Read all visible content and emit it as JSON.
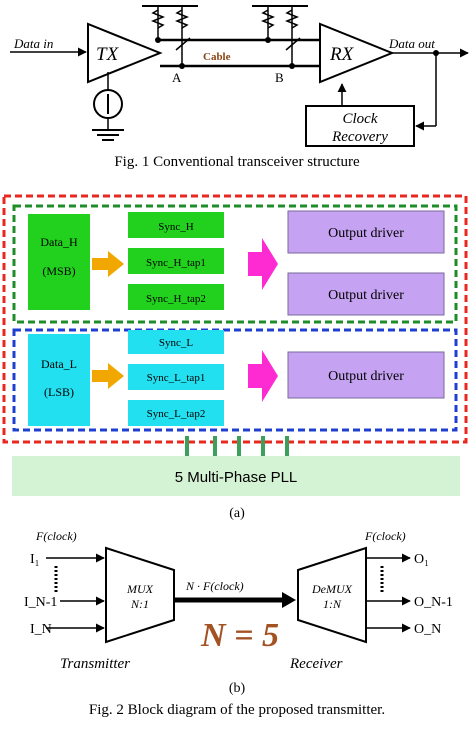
{
  "fig1": {
    "data_in": "Data in",
    "tx": "TX",
    "cable": "Cable",
    "point_a": "A",
    "point_b": "B",
    "rx": "RX",
    "data_out": "Data out",
    "clock_recovery_line1": "Clock",
    "clock_recovery_line2": "Recovery",
    "caption": "Fig. 1 Conventional transceiver structure"
  },
  "fig2a": {
    "msb_box_line1": "Data_H",
    "msb_box_line2": "(MSB)",
    "sync_h": [
      "Sync_H",
      "Sync_H_tap1",
      "Sync_H_tap2"
    ],
    "output_driver_msb": [
      "Output driver",
      "Output driver"
    ],
    "lsb_box_line1": "Data_L",
    "lsb_box_line2": "(LSB)",
    "sync_l": [
      "Sync_L",
      "Sync_L_tap1",
      "Sync_L_tap2"
    ],
    "output_driver_lsb": "Output driver",
    "pll": "5 Multi-Phase PLL",
    "label": "(a)"
  },
  "fig2b": {
    "f_clock_left": "F(clock)",
    "inputs": [
      "I₁",
      "I_N-1",
      "I_N"
    ],
    "mux_line1": "MUX",
    "mux_line2": "N:1",
    "link_label": "N · F(clock)",
    "n_equals": "N = 5",
    "demux_line1": "DeMUX",
    "demux_line2": "1:N",
    "f_clock_right": "F(clock)",
    "outputs": [
      "O₁",
      "O_N-1",
      "O_N"
    ],
    "transmitter": "Transmitter",
    "receiver": "Receiver",
    "label": "(b)",
    "caption": "Fig. 2 Block diagram of the proposed transmitter."
  },
  "colors": {
    "red_border": "#e8271f",
    "green_border": "#1e8c28",
    "blue_border": "#1f3fd0",
    "green_fill": "#22d11e",
    "cyan_fill": "#22e0f0",
    "violet_fill": "#c6a3f2",
    "magenta_arrow": "#ff2bd2",
    "orange_arrow": "#f2a700",
    "pll_fill": "#d4f2d4",
    "pin_green": "#3e9e5c",
    "n_equals": "#a35224"
  }
}
